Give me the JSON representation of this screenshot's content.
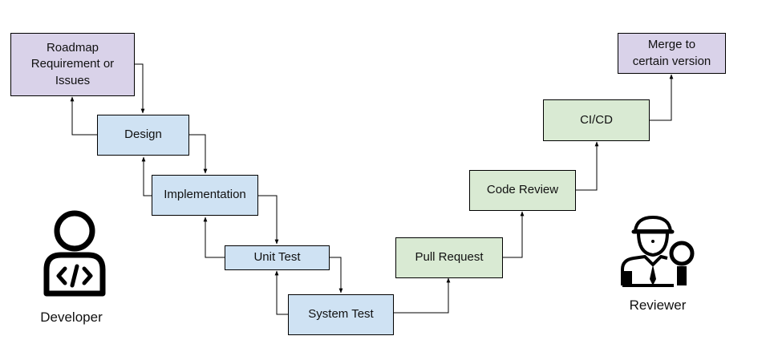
{
  "colors": {
    "purple": "#d9d2e9",
    "blue": "#cfe2f3",
    "green": "#d9ead3",
    "line": "#000000"
  },
  "nodes": {
    "roadmap": {
      "label": "Roadmap\nRequirement or\nIssues"
    },
    "design": {
      "label": "Design"
    },
    "implementation": {
      "label": "Implementation"
    },
    "unit_test": {
      "label": "Unit Test"
    },
    "system_test": {
      "label": "System Test"
    },
    "pull_request": {
      "label": "Pull Request"
    },
    "code_review": {
      "label": "Code Review"
    },
    "cicd": {
      "label": "CI/CD"
    },
    "merge": {
      "label": "Merge to\ncertain version"
    }
  },
  "actors": {
    "developer": {
      "label": "Developer",
      "icon": "developer-icon"
    },
    "reviewer": {
      "label": "Reviewer",
      "icon": "reviewer-icon"
    }
  }
}
